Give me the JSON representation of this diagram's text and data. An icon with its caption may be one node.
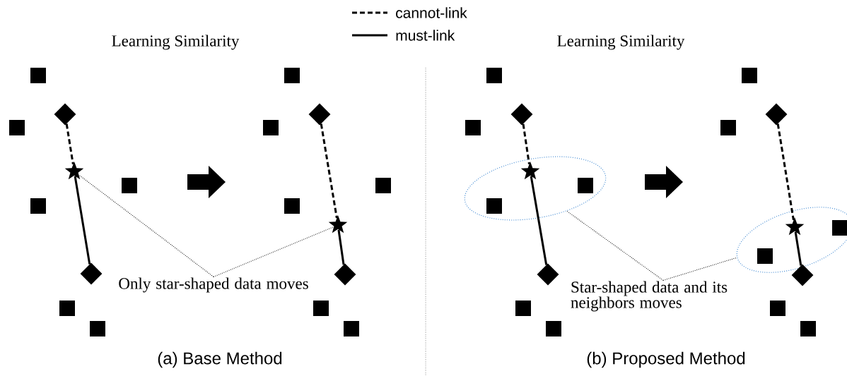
{
  "diagram": {
    "nodes": [
      {
        "text": [],
        "shape": "box"
      },
      {
        "text": [],
        "shape": "box"
      },
      {
        "text": [],
        "shape": "diamond"
      },
      {
        "text": [],
        "shape": "star"
      },
      {
        "text": [],
        "shape": "box"
      },
      {
        "text": [],
        "shape": "box"
      },
      {
        "text": [],
        "shape": "diamond"
      },
      {
        "text": [],
        "shape": "box"
      },
      {
        "text": [],
        "shape": "box"
      },
      {
        "text": [],
        "shape": "box"
      },
      {
        "text": [],
        "shape": "box"
      },
      {
        "text": [],
        "shape": "diamond"
      },
      {
        "text": [],
        "shape": "box"
      },
      {
        "text": [],
        "shape": "box"
      },
      {
        "text": [],
        "shape": "star"
      },
      {
        "text": [],
        "shape": "diamond"
      },
      {
        "text": [],
        "shape": "box"
      },
      {
        "text": [],
        "shape": "box"
      },
      {
        "text": [
          "Only star-shaped data moves"
        ]
      },
      {
        "text": [],
        "shape": "box"
      },
      {
        "text": [],
        "shape": "box"
      },
      {
        "text": [],
        "shape": "diamond"
      },
      {
        "text": [],
        "shape": "ellipse"
      },
      {
        "text": [],
        "shape": "star",
        "in": 22
      },
      {
        "text": [],
        "shape": "box",
        "in": 22
      },
      {
        "text": [],
        "shape": "box",
        "in": 22
      },
      {
        "text": [],
        "shape": "diamond"
      },
      {
        "text": [],
        "shape": "box"
      },
      {
        "text": [],
        "shape": "box"
      },
      {
        "text": [],
        "shape": "box"
      },
      {
        "text": [],
        "shape": "box"
      },
      {
        "text": [],
        "shape": "diamond"
      },
      {
        "text": [],
        "shape": "ellipse"
      },
      {
        "text": [],
        "shape": "star",
        "in": 32
      },
      {
        "text": [],
        "shape": "box",
        "in": 32
      },
      {
        "text": [],
        "shape": "box",
        "in": 32
      },
      {
        "text": [],
        "shape": "diamond"
      },
      {
        "text": [],
        "shape": "box"
      },
      {
        "text": [],
        "shape": "box"
      },
      {
        "text": [
          "Star-shaped data and its neighbors moves"
        ]
      }
    ],
    "edges": [
      {
        "from": 2,
        "to": 3,
        "arrow": "none",
        "style": "dashed"
      },
      {
        "from": 3,
        "to": 6,
        "arrow": "none"
      },
      {
        "from": 11,
        "to": 14,
        "arrow": "none",
        "style": "dashed"
      },
      {
        "from": 14,
        "to": 15,
        "arrow": "none"
      },
      {
        "from": 18,
        "to": 3,
        "arrow": "none",
        "style": "dashed"
      },
      {
        "from": 18,
        "to": 14,
        "arrow": "none",
        "style": "dashed"
      },
      {
        "from": 21,
        "to": 23,
        "arrow": "none",
        "style": "dashed"
      },
      {
        "from": 23,
        "to": 26,
        "arrow": "none"
      },
      {
        "from": 31,
        "to": 33,
        "arrow": "none",
        "style": "dashed"
      },
      {
        "from": 33,
        "to": 36,
        "arrow": "none"
      },
      {
        "from": 39,
        "to": 22,
        "arrow": "none",
        "style": "dashed"
      },
      {
        "from": 39,
        "to": 32,
        "arrow": "none",
        "style": "dashed"
      }
    ],
    "labels": [
      "Learning Similarity",
      "Learning Similarity",
      "(a) Base Method",
      "(b) Proposed Method"
    ],
    "legend": [
      {
        "text": "cannot-link"
      },
      {
        "text": "must-link"
      }
    ]
  }
}
